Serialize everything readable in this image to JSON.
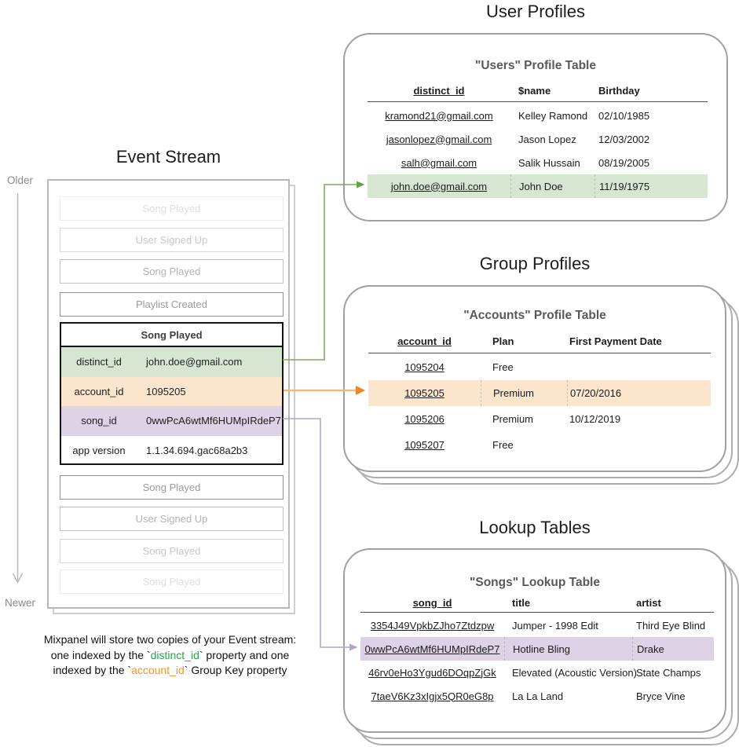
{
  "colors": {
    "green_fill": "#d7e6d2",
    "orange_fill": "#fce5cd",
    "purple_fill": "#ded2e6",
    "green_arrow": "#7dac5f",
    "green_arrowhead": "#67a046",
    "orange_arrow": "#f2ba73",
    "orange_arrowhead": "#f0861c",
    "purple_arrow": "#b4a4c8",
    "caption_green": "#28a24c",
    "caption_orange": "#f7941d"
  },
  "event_stream": {
    "title": "Event Stream",
    "older_label": "Older",
    "newer_label": "Newer",
    "events_before": [
      "Song Played",
      "User Signed Up",
      "Song Played",
      "Playlist Created"
    ],
    "expanded_event": {
      "title": "Song Played",
      "rows": [
        {
          "key": "distinct_id",
          "value": "john.doe@gmail.com"
        },
        {
          "key": "account_id",
          "value": "1095205"
        },
        {
          "key": "song_id",
          "value": "0wwPcA6wtMf6HUMpIRdeP7"
        },
        {
          "key": "app version",
          "value": "1.1.34.694.gac68a2b3"
        }
      ]
    },
    "events_after": [
      "Song Played",
      "User Signed Up",
      "Song Played",
      "Song Played"
    ],
    "caption": {
      "line1": "Mixpanel will store two copies of your Event stream:",
      "line2_pre": "one indexed by the `",
      "line2_key": "distinct_id",
      "line2_post": "` property and one",
      "line3_pre": "indexed by the `",
      "line3_key": "account_id",
      "line3_post": "` Group Key property"
    }
  },
  "user_profiles": {
    "section_title": "User Profiles",
    "table_title": "\"Users\" Profile Table",
    "columns": [
      "distinct_id",
      "$name",
      "Birthday"
    ],
    "rows": [
      [
        "kramond21@gmail.com",
        "Kelley Ramond",
        "02/10/1985"
      ],
      [
        "jasonlopez@gmail.com",
        "Jason Lopez",
        "12/03/2002"
      ],
      [
        "salh@gmail.com",
        "Salik Hussain",
        "08/19/2005"
      ],
      [
        "john.doe@gmail.com",
        "John Doe",
        "11/19/1975"
      ]
    ]
  },
  "group_profiles": {
    "section_title": "Group Profiles",
    "table_title": "\"Accounts\" Profile Table",
    "columns": [
      "account_id",
      "Plan",
      "First Payment Date"
    ],
    "rows": [
      [
        "1095204",
        "Free",
        ""
      ],
      [
        "1095205",
        "Premium",
        "07/20/2016"
      ],
      [
        "1095206",
        "Premium",
        "10/12/2019"
      ],
      [
        "1095207",
        "Free",
        ""
      ]
    ]
  },
  "lookup_tables": {
    "section_title": "Lookup Tables",
    "table_title": "\"Songs\" Lookup Table",
    "columns": [
      "song_id",
      "title",
      "artist"
    ],
    "rows": [
      [
        "3354J49VpkbZJho7Ztdzpw",
        "Jumper - 1998 Edit",
        "Third Eye Blind"
      ],
      [
        "0wwPcA6wtMf6HUMpIRdeP7",
        "Hotline Bling",
        "Drake"
      ],
      [
        "46rv0eHo3Ygud6DOqpZjGk",
        "Elevated (Acoustic Version)",
        "State Champs"
      ],
      [
        "7taeV6Kz3xIgjx5QR0eG8p",
        "La La Land",
        "Bryce Vine"
      ]
    ]
  }
}
